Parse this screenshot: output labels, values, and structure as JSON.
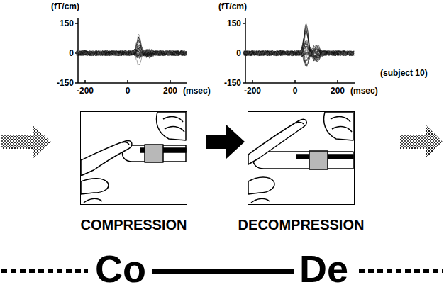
{
  "diagram": {
    "nodes": [
      {
        "text": [
          "COMPRESSION"
        ]
      },
      {
        "text": [
          "DECOMPRESSION"
        ]
      },
      {
        "text": [
          "Co"
        ]
      },
      {
        "text": [
          "De"
        ]
      }
    ],
    "edges": [
      {
        "from": 0,
        "to": 1,
        "arrow": "to"
      },
      {
        "from": 2,
        "to": 3,
        "arrow": "none"
      }
    ],
    "labels": [
      "(fT/cm)",
      "150",
      "0",
      "-150",
      "-200",
      "0",
      "200",
      "(msec)",
      "(fT/cm)",
      "150",
      "0",
      "-150",
      "-200",
      "0",
      "200",
      "(msec)",
      "(subject 10)"
    ]
  }
}
